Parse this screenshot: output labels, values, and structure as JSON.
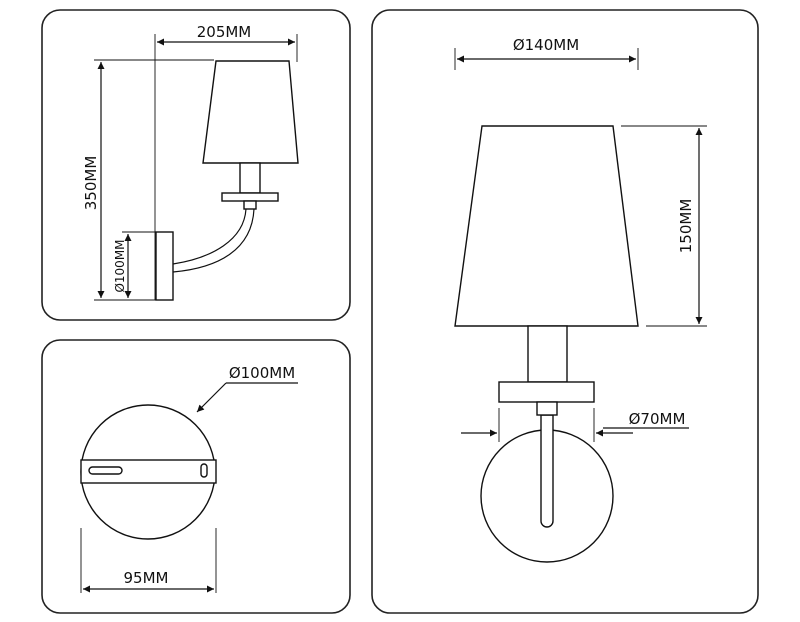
{
  "colors": {
    "line": "#111111",
    "panel_border": "#222222",
    "background": "#ffffff"
  },
  "side_view": {
    "width_label": "205MM",
    "height_label": "350MM",
    "base_label": "Ø100MM"
  },
  "base_view": {
    "diameter_label": "Ø100MM",
    "width_label": "95MM"
  },
  "front_view": {
    "shade_diameter_label": "Ø140MM",
    "shade_height_label": "150MM",
    "holder_label": "Ø70MM"
  }
}
